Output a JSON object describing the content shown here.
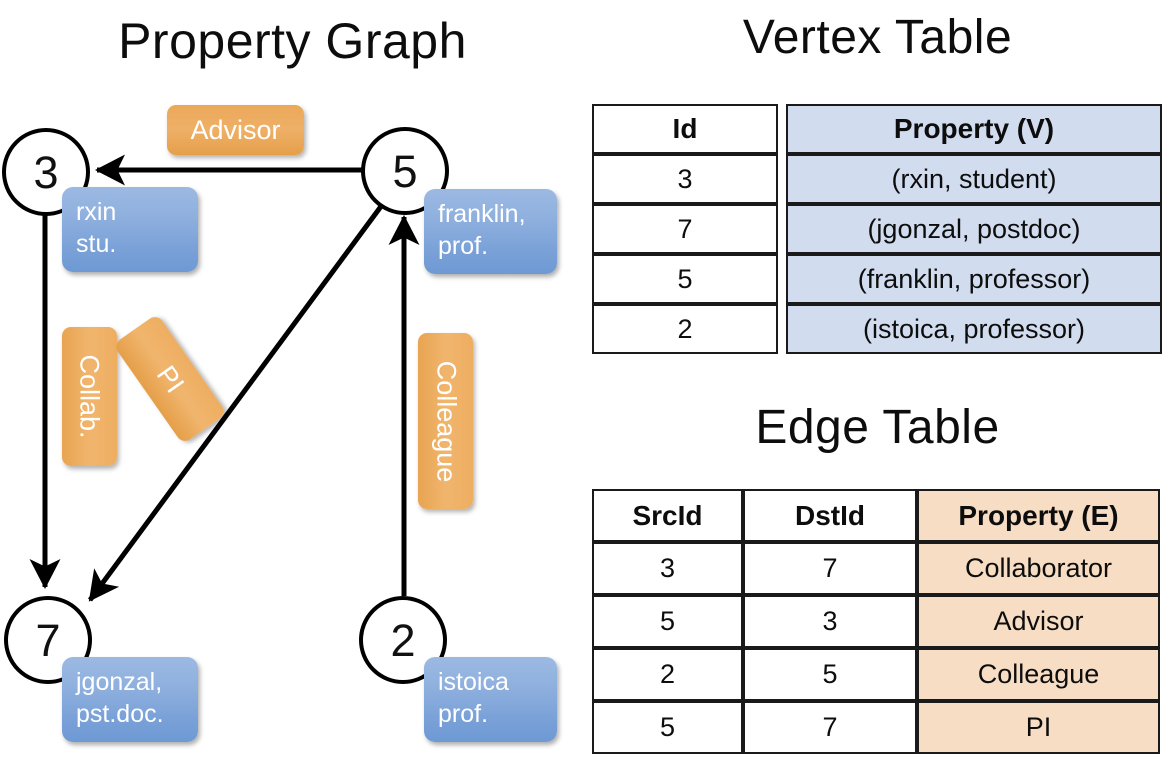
{
  "titles": {
    "property_graph": "Property Graph",
    "vertex_table": "Vertex Table",
    "edge_table": "Edge Table"
  },
  "graph": {
    "vertices": [
      {
        "id": "3",
        "name": "rxin",
        "role": "stu."
      },
      {
        "id": "5",
        "name": "franklin,",
        "role": "prof."
      },
      {
        "id": "7",
        "name": "jgonzal,",
        "role": "pst.doc."
      },
      {
        "id": "2",
        "name": "istoica",
        "role": "prof."
      }
    ],
    "edge_labels": [
      {
        "key": "advisor",
        "text": "Advisor"
      },
      {
        "key": "collab",
        "text": "Collab."
      },
      {
        "key": "pi",
        "text": "PI"
      },
      {
        "key": "colleague",
        "text": "Colleague"
      }
    ]
  },
  "vertex_table": {
    "headers": [
      "Id",
      "Property (V)"
    ],
    "rows": [
      {
        "id": "3",
        "property": "(rxin, student)"
      },
      {
        "id": "7",
        "property": "(jgonzal, postdoc)"
      },
      {
        "id": "5",
        "property": "(franklin, professor)"
      },
      {
        "id": "2",
        "property": "(istoica, professor)"
      }
    ]
  },
  "edge_table": {
    "headers": [
      "SrcId",
      "DstId",
      "Property (E)"
    ],
    "rows": [
      {
        "src": "3",
        "dst": "7",
        "property": "Collaborator"
      },
      {
        "src": "5",
        "dst": "3",
        "property": "Advisor"
      },
      {
        "src": "2",
        "dst": "5",
        "property": "Colleague"
      },
      {
        "src": "5",
        "dst": "7",
        "property": "PI"
      }
    ]
  },
  "colors": {
    "vertex_property_fill": "#d2dcef",
    "edge_property_fill": "#f7ddc3",
    "node_box_blue": "#7ba2d8",
    "edge_label_orange": "#eeae61",
    "stroke": "#000000"
  }
}
